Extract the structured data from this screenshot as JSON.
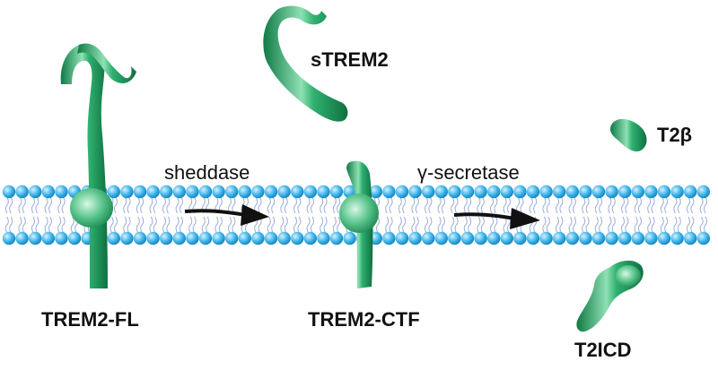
{
  "labels": {
    "trem2_fl": "TREM2-FL",
    "strem2": "sTREM2",
    "trem2_ctf": "TREM2-CTF",
    "t2beta": "T2β",
    "t2icd": "T2ICD"
  },
  "arrows": {
    "sheddase": "sheddase",
    "gamma_secretase": "γ-secretase"
  },
  "colors": {
    "protein": "#1e9a5e",
    "protein_light": "#bff0d4",
    "lipid_head": "#2fa9e0",
    "lipid_tail": "#9fb0d8",
    "arrow": "#111111"
  }
}
